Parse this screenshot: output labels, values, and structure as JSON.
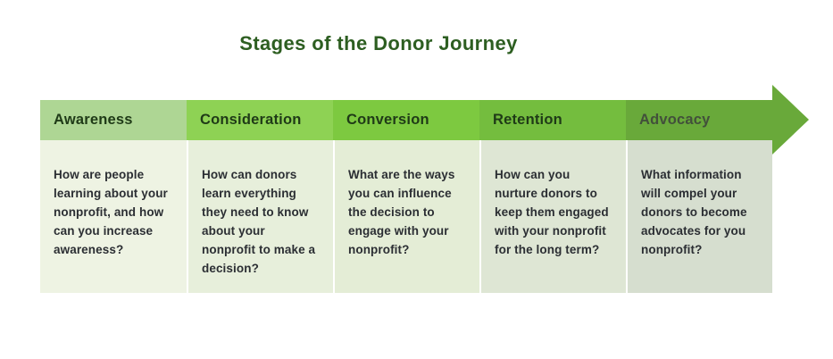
{
  "title": "Stages of the Donor Journey",
  "title_color": "#2d5e21",
  "arrow_color": "#69a93a",
  "body_text_color": "#2b2e33",
  "stages": [
    {
      "label": "Awareness",
      "description": "How are people learning about your nonprofit, and how can you increase awareness?",
      "header_bg": "#aed694",
      "header_text_color": "#1f3a17",
      "body_bg": "#eef3e3"
    },
    {
      "label": "Consideration",
      "description": "How can donors learn everything they need to know about your nonprofit to make a decision?",
      "header_bg": "#8ed254",
      "header_text_color": "#1f3a17",
      "body_bg": "#e7efdb"
    },
    {
      "label": "Conversion",
      "description": "What are the ways you can influence the decision to engage with your nonprofit?",
      "header_bg": "#7dc940",
      "header_text_color": "#1f3a17",
      "body_bg": "#e4edd6"
    },
    {
      "label": "Retention",
      "description": "How can you nurture donors to keep them engaged with your nonprofit for the long term?",
      "header_bg": "#74bd3e",
      "header_text_color": "#1f3a17",
      "body_bg": "#dee6d4"
    },
    {
      "label": "Advocacy",
      "description": "What information will compel your donors to become advocates for you nonprofit?",
      "header_bg": "#69a93a",
      "header_text_color": "#42503b",
      "body_bg": "#d6decf"
    }
  ]
}
